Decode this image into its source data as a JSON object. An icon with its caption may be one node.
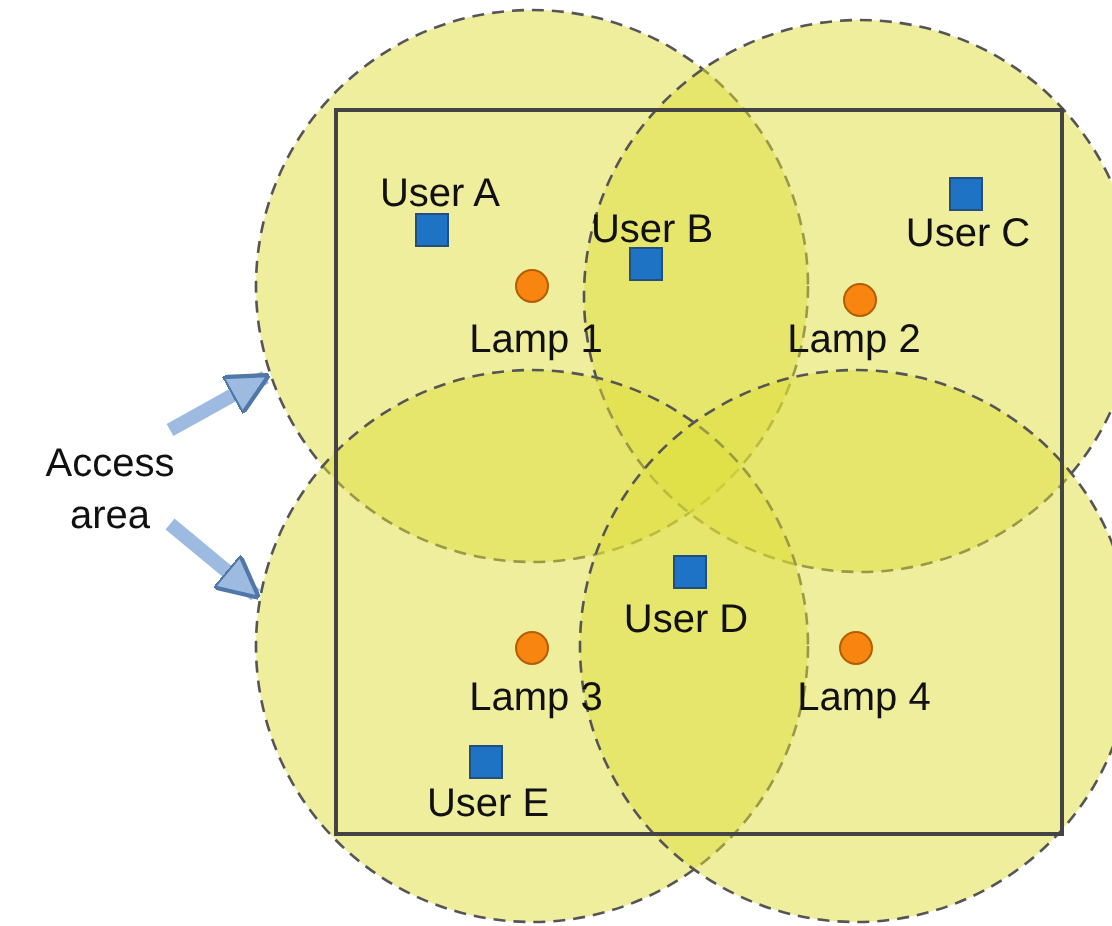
{
  "diagram": {
    "nodes": [
      {
        "text": [],
        "shape": "circle"
      },
      {
        "text": [],
        "shape": "circle"
      },
      {
        "text": [],
        "shape": "circle"
      },
      {
        "text": [],
        "shape": "circle"
      },
      {
        "text": [],
        "shape": "box"
      },
      {
        "text": [
          "Access area"
        ]
      }
    ],
    "edges": [
      {
        "from": 5,
        "to": 0,
        "arrow": "to"
      },
      {
        "from": 5,
        "to": 2,
        "arrow": "to"
      }
    ],
    "labels": [
      "User A",
      "User B",
      "User C",
      "Lamp 1",
      "Lamp 2",
      "User D",
      "Lamp 3",
      "Lamp 4",
      "User E"
    ]
  }
}
